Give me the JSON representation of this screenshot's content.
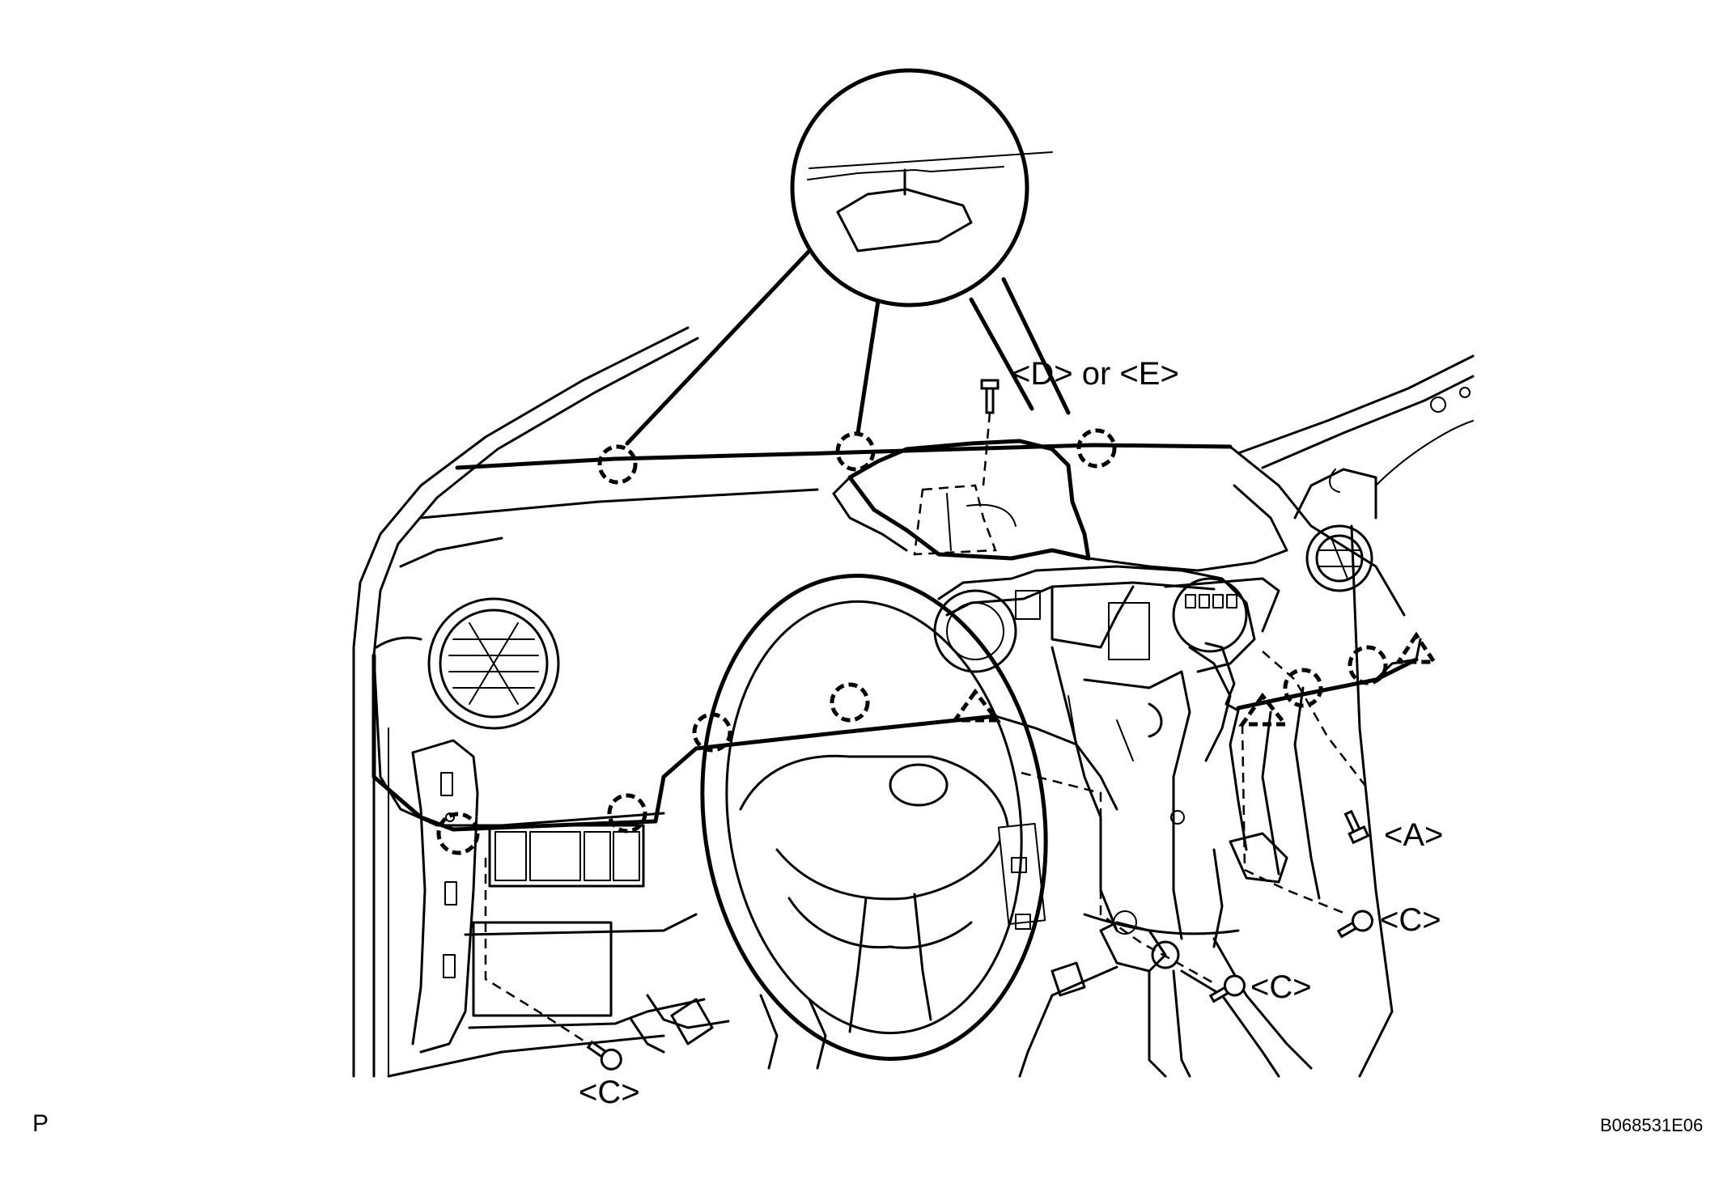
{
  "labels": {
    "d_or_e": "<D> or <E>",
    "a": "<A>",
    "c_right_upper": "<C>",
    "c_right_lower": "<C>",
    "c_left": "<C>"
  },
  "corner_letter": "P",
  "figure_code": "B068531E06"
}
